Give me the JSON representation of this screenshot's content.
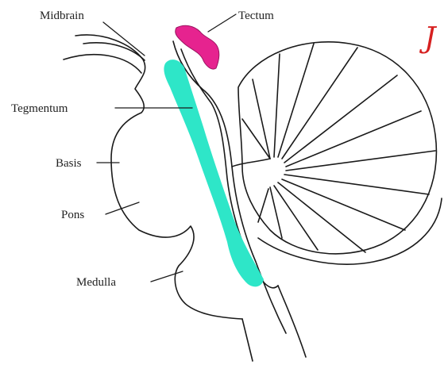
{
  "labels": {
    "midbrain": "Midbrain",
    "tectum": "Tectum",
    "tegmentum": "Tegmentum",
    "basis": "Basis",
    "pons": "Pons",
    "medulla": "Medulla"
  },
  "corner_mark": "J",
  "colors": {
    "tectum_fill": "#e6238f",
    "tegmentum_fill": "#2ee6c8",
    "corner_mark": "#d62020",
    "outline": "#1a1a1a",
    "label_text": "#222222"
  }
}
